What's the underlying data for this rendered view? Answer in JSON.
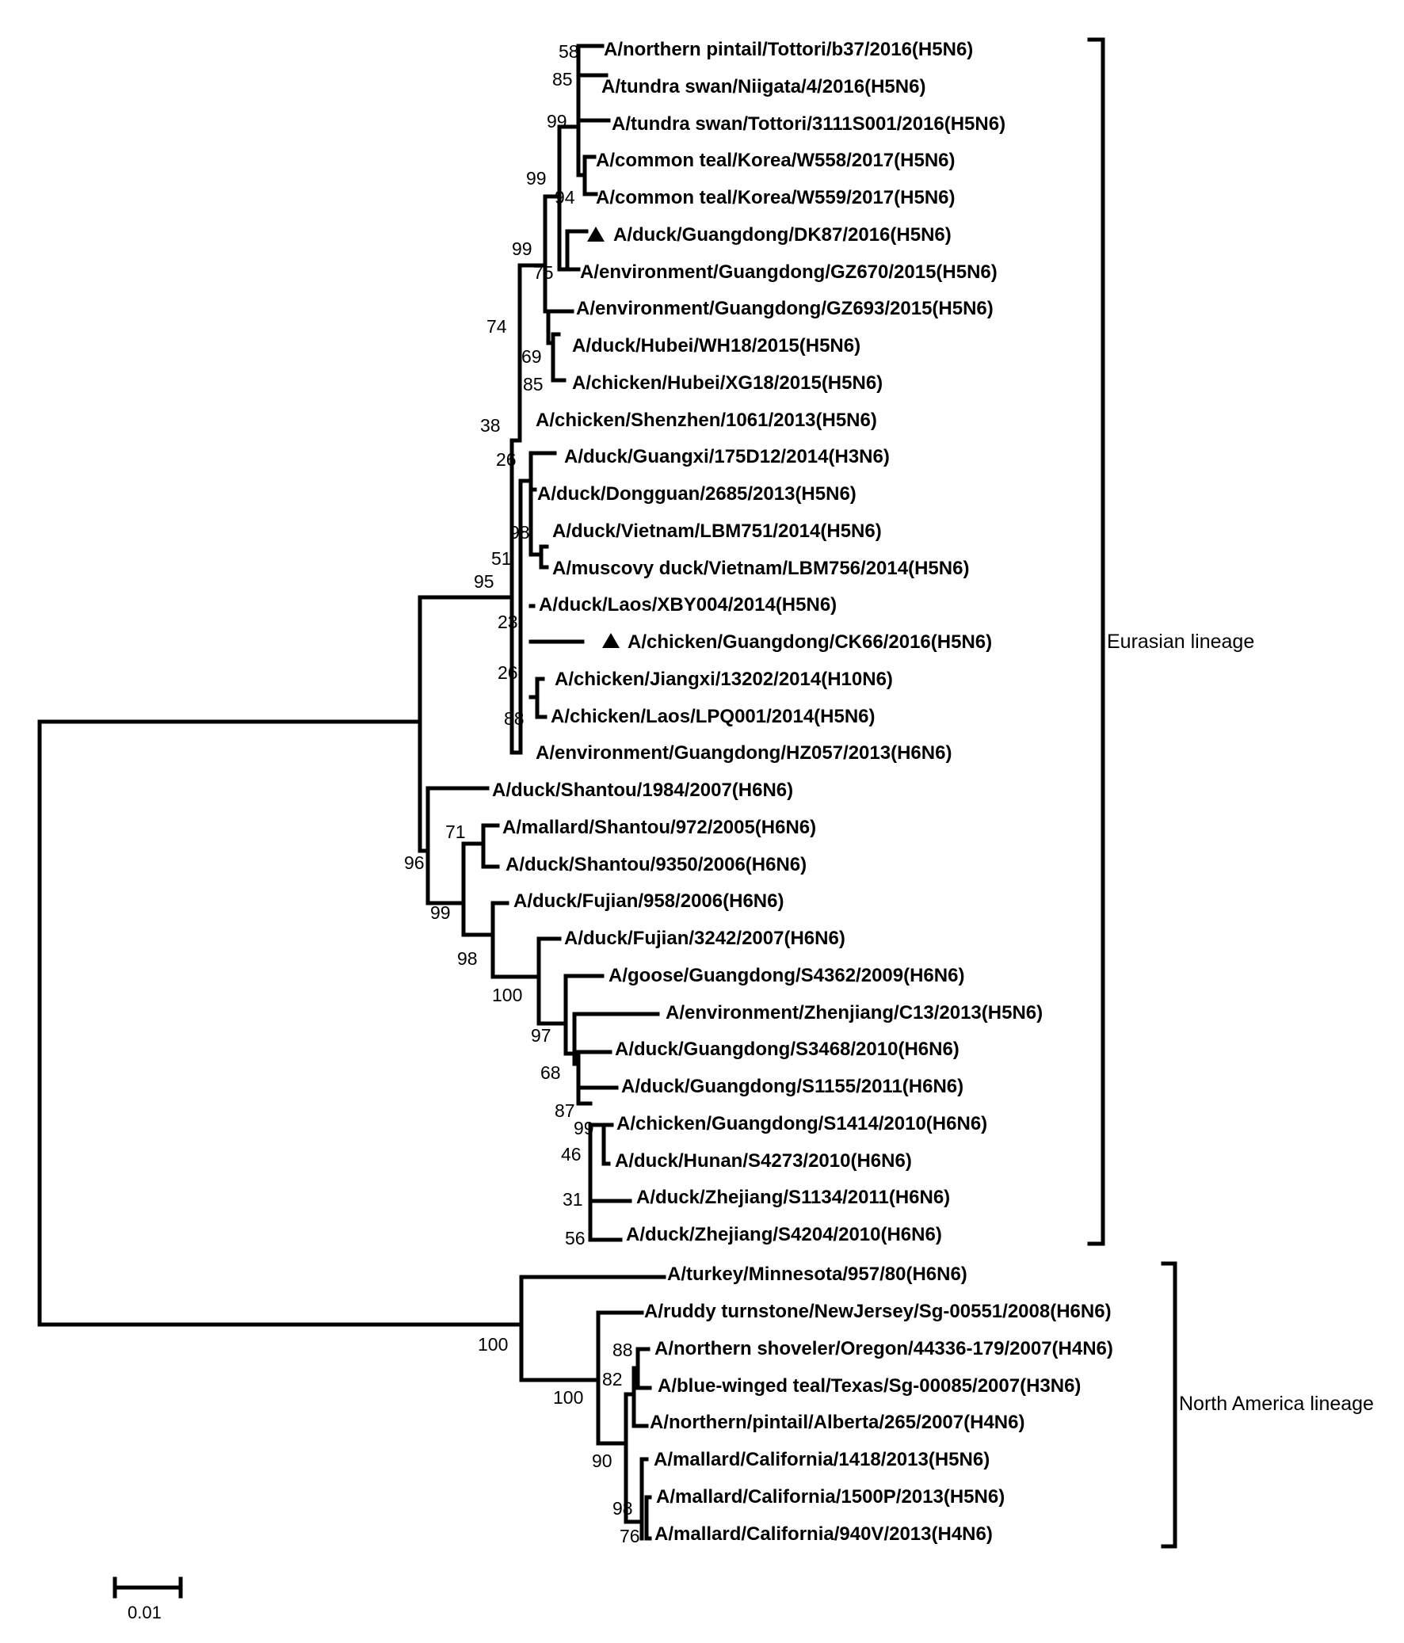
{
  "taxa": {
    "t1": "A/northern pintail/Tottori/b37/2016(H5N6)",
    "t2": "A/tundra swan/Niigata/4/2016(H5N6)",
    "t3": "A/tundra swan/Tottori/3111S001/2016(H5N6)",
    "t4": "A/common teal/Korea/W558/2017(H5N6)",
    "t5": "A/common teal/Korea/W559/2017(H5N6)",
    "t6": "A/duck/Guangdong/DK87/2016(H5N6)",
    "t7": "A/environment/Guangdong/GZ670/2015(H5N6)",
    "t8": "A/environment/Guangdong/GZ693/2015(H5N6)",
    "t9": "A/duck/Hubei/WH18/2015(H5N6)",
    "t10": "A/chicken/Hubei/XG18/2015(H5N6)",
    "t11": "A/chicken/Shenzhen/1061/2013(H5N6)",
    "t12": "A/duck/Guangxi/175D12/2014(H3N6)",
    "t13": "A/duck/Dongguan/2685/2013(H5N6)",
    "t14": "A/duck/Vietnam/LBM751/2014(H5N6)",
    "t15": "A/muscovy duck/Vietnam/LBM756/2014(H5N6)",
    "t16": "A/duck/Laos/XBY004/2014(H5N6)",
    "t17": "A/chicken/Guangdong/CK66/2016(H5N6)",
    "t18": "A/chicken/Jiangxi/13202/2014(H10N6)",
    "t19": "A/chicken/Laos/LPQ001/2014(H5N6)",
    "t20": "A/environment/Guangdong/HZ057/2013(H6N6)",
    "t21": "A/duck/Shantou/1984/2007(H6N6)",
    "t22": "A/mallard/Shantou/972/2005(H6N6)",
    "t23": "A/duck/Shantou/9350/2006(H6N6)",
    "t24": "A/duck/Fujian/958/2006(H6N6)",
    "t25": "A/duck/Fujian/3242/2007(H6N6)",
    "t26": "A/goose/Guangdong/S4362/2009(H6N6)",
    "t27": "A/environment/Zhenjiang/C13/2013(H5N6)",
    "t28": "A/duck/Guangdong/S3468/2010(H6N6)",
    "t29": "A/duck/Guangdong/S1155/2011(H6N6)",
    "t30": "A/chicken/Guangdong/S1414/2010(H6N6)",
    "t31": "A/duck/Hunan/S4273/2010(H6N6)",
    "t32": "A/duck/Zhejiang/S1134/2011(H6N6)",
    "t33": "A/duck/Zhejiang/S4204/2010(H6N6)",
    "t34": "A/turkey/Minnesota/957/80(H6N6)",
    "t35": "A/ruddy turnstone/NewJersey/Sg-00551/2008(H6N6)",
    "t36": "A/northern shoveler/Oregon/44336-179/2007(H4N6)",
    "t37": "A/blue-winged teal/Texas/Sg-00085/2007(H3N6)",
    "t38": "A/northern/pintail/Alberta/265/2007(H4N6)",
    "t39": "A/mallard/California/1418/2013(H5N6)",
    "t40": "A/mallard/California/1500P/2013(H5N6)",
    "t41": "A/mallard/California/940V/2013(H4N6)"
  },
  "bootstrap": {
    "b1": "58",
    "b2": "85",
    "b3": "99",
    "b4": "99",
    "b5": "94",
    "b6": "99",
    "b7": "75",
    "b8": "74",
    "b9": "69",
    "b10": "85",
    "b11": "38",
    "b12": "26",
    "b13": "98",
    "b14": "51",
    "b15": "95",
    "b16": "23",
    "b17": "26",
    "b18": "88",
    "b19": "71",
    "b20": "96",
    "b21": "99",
    "b22": "98",
    "b23": "100",
    "b24": "97",
    "b25": "68",
    "b26": "87",
    "b27": "99",
    "b28": "46",
    "b29": "31",
    "b30": "56",
    "b31": "100",
    "b32": "88",
    "b33": "82",
    "b34": "100",
    "b35": "90",
    "b36": "98",
    "b37": "76"
  },
  "clades": {
    "eurasian": "Eurasian lineage",
    "north_america": "North America lineage"
  },
  "scale_bar": {
    "label": "0.01"
  },
  "markers": {
    "highlighted_taxa": [
      "t6",
      "t17"
    ],
    "marker_shape": "filled-triangle"
  }
}
